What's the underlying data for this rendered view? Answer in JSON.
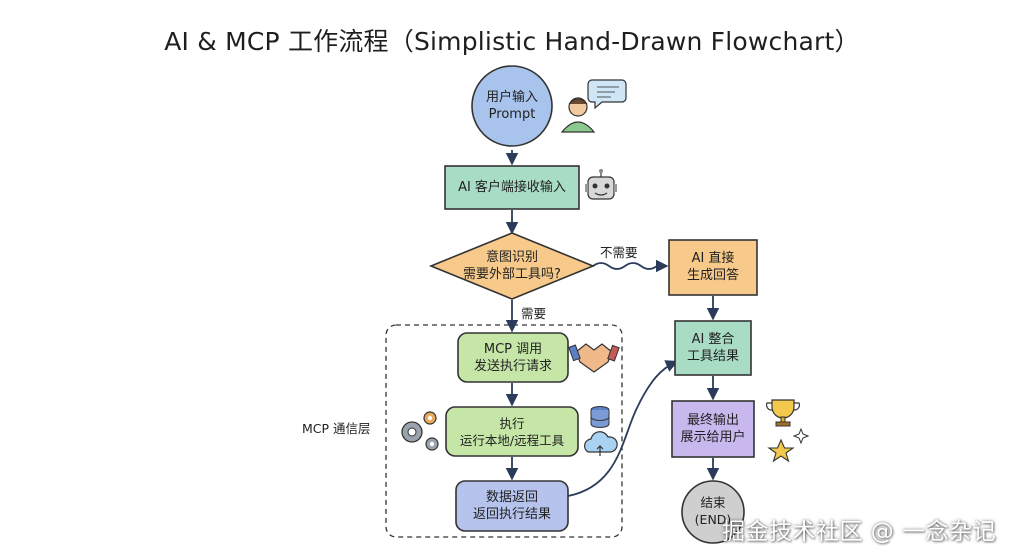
{
  "title": "AI & MCP 工作流程（Simplistic Hand-Drawn Flowchart）",
  "nodes": {
    "start": {
      "line1": "用户输入",
      "line2": "Prompt"
    },
    "client": {
      "line1": "AI 客户端接收输入"
    },
    "decision": {
      "line1": "意图识别",
      "line2": "需要外部工具吗?"
    },
    "direct": {
      "line1": "AI 直接",
      "line2": "生成回答"
    },
    "mcp_call": {
      "line1": "MCP 调用",
      "line2": "发送执行请求"
    },
    "execute": {
      "line1": "执行",
      "line2": "运行本地/远程工具"
    },
    "return": {
      "line1": "数据返回",
      "line2": "返回执行结果"
    },
    "integrate": {
      "line1": "AI 整合",
      "line2": "工具结果"
    },
    "output": {
      "line1": "最终输出",
      "line2": "展示给用户"
    },
    "end": {
      "line1": "结束",
      "line2": "(END)"
    }
  },
  "edges": {
    "no": "不需要",
    "yes": "需要"
  },
  "group_label": "MCP 通信层",
  "watermark": "掘金技术社区 @ 一念杂记",
  "icons": [
    "user-icon",
    "speech-bubble-icon",
    "robot-icon",
    "handshake-icon",
    "gears-icon",
    "database-icon",
    "cloud-icon",
    "trophy-icon",
    "star-icon",
    "sparkle-icon"
  ],
  "colors": {
    "start": "#a9c4ec",
    "client": "#a8dcc4",
    "decision": "#f7c98a",
    "direct": "#f7c98a",
    "mcp_call": "#c6e6a8",
    "execute": "#c6e6a8",
    "return": "#b6c3ec",
    "integrate": "#a8dcc4",
    "output": "#c9b8ee",
    "end": "#cfcfcf"
  }
}
